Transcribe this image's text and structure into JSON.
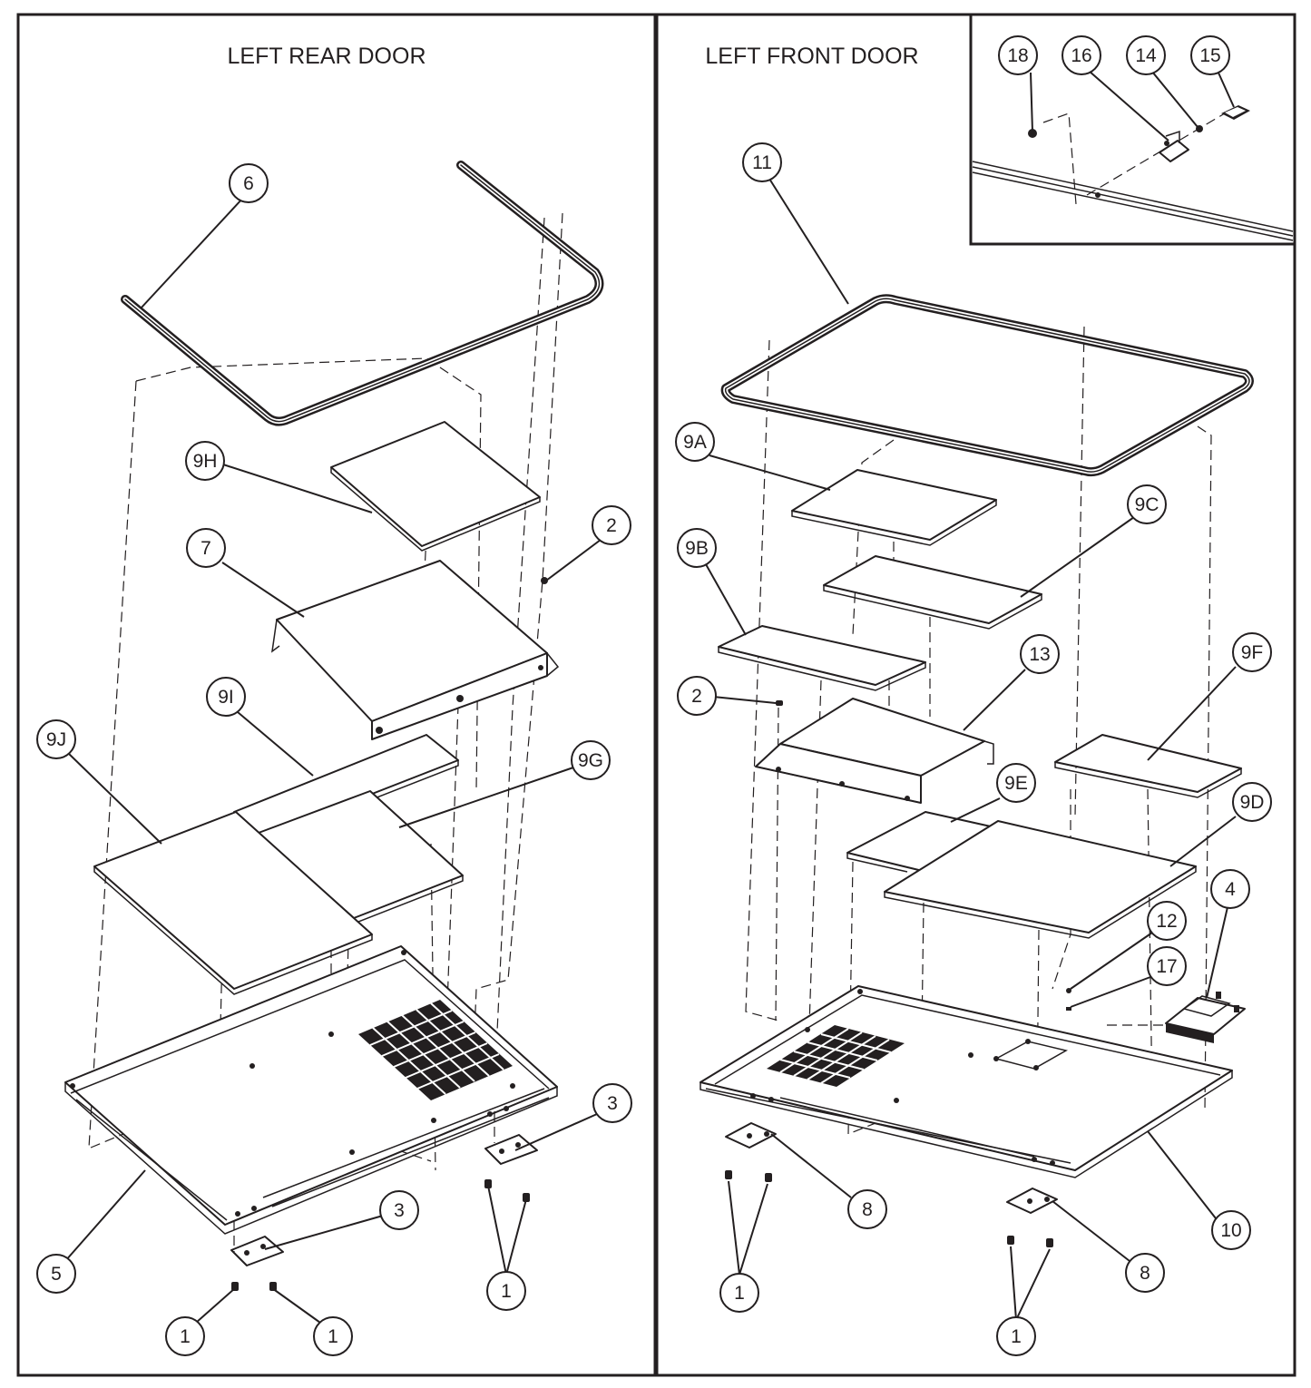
{
  "panels": {
    "left": {
      "title": "LEFT REAR DOOR"
    },
    "right": {
      "title": "LEFT FRONT DOOR"
    }
  },
  "callouts": [
    {
      "label": "6"
    },
    {
      "label": "9H"
    },
    {
      "label": "2"
    },
    {
      "label": "7"
    },
    {
      "label": "9I"
    },
    {
      "label": "9J"
    },
    {
      "label": "9G"
    },
    {
      "label": "3"
    },
    {
      "label": "3"
    },
    {
      "label": "5"
    },
    {
      "label": "1"
    },
    {
      "label": "1"
    },
    {
      "label": "1"
    },
    {
      "label": "11"
    },
    {
      "label": "9A"
    },
    {
      "label": "9C"
    },
    {
      "label": "9B"
    },
    {
      "label": "13"
    },
    {
      "label": "9F"
    },
    {
      "label": "2"
    },
    {
      "label": "9E"
    },
    {
      "label": "9D"
    },
    {
      "label": "4"
    },
    {
      "label": "12"
    },
    {
      "label": "17"
    },
    {
      "label": "8"
    },
    {
      "label": "10"
    },
    {
      "label": "8"
    },
    {
      "label": "1"
    },
    {
      "label": "1"
    },
    {
      "label": "18"
    },
    {
      "label": "16"
    },
    {
      "label": "14"
    },
    {
      "label": "15"
    }
  ]
}
